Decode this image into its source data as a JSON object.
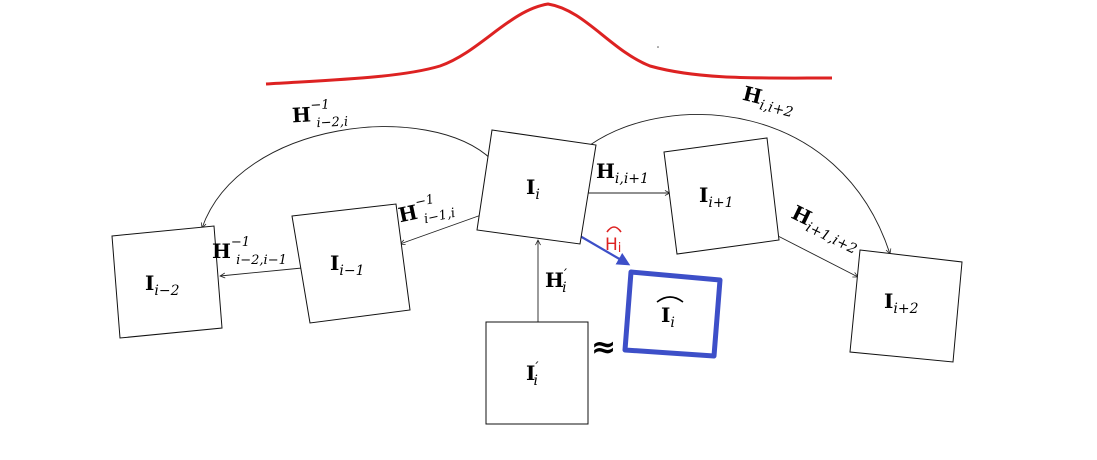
{
  "colors": {
    "distribution_curve": "#dd2222",
    "estimate": "#3d4fc8",
    "estimate_label": "#dd2222",
    "line": "#222222"
  },
  "frames": {
    "i_minus_2": {
      "main": "I",
      "sub": "i−2"
    },
    "i_minus_1": {
      "main": "I",
      "sub": "i−1"
    },
    "i": {
      "main": "I",
      "sub": "i"
    },
    "i_plus_1": {
      "main": "I",
      "sub": "i+1"
    },
    "i_plus_2": {
      "main": "I",
      "sub": "i+2"
    },
    "i_prime": {
      "main": "I",
      "sub": "i",
      "mark": "′"
    },
    "i_hat": {
      "main": "I",
      "sub": "i"
    }
  },
  "edges": {
    "h_inv_i_minus_2_i": {
      "main": "H",
      "sup": "−1",
      "sub": "i−2,i"
    },
    "h_inv_i_minus_1_i": {
      "main": "H",
      "sup": "−1",
      "sub": "i−1,i"
    },
    "h_inv_i_minus_2_i_minus_1": {
      "main": "H",
      "sup": "−1",
      "sub": "i−2,i−1"
    },
    "h_i_i_plus_1": {
      "main": "H",
      "sub": "i,i+1"
    },
    "h_i_i_plus_2": {
      "main": "H",
      "sub": "i,i+2"
    },
    "h_i_plus_1_i_plus_2": {
      "main": "H",
      "sub": "i+1,i+2"
    },
    "h_prime_i": {
      "main": "H",
      "sub": "i",
      "mark": "′"
    }
  },
  "estimate_label": {
    "main": "H",
    "sub": "i"
  },
  "approx_symbol": "≈"
}
